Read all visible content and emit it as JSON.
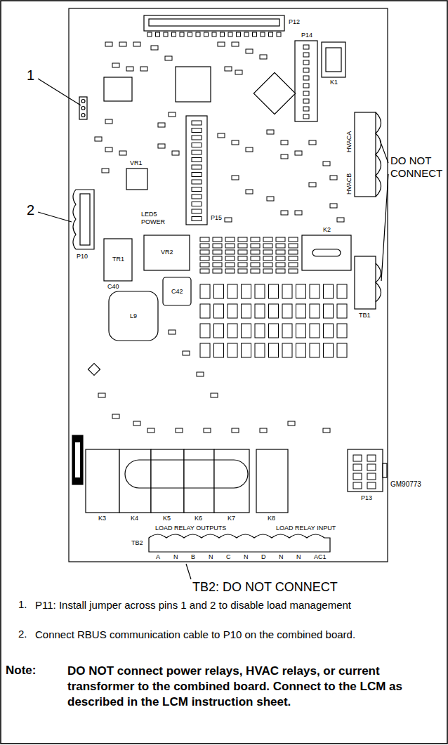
{
  "diagram": {
    "labels": [
      "1",
      "2",
      "DO NOT CONNECT",
      "TB2: DO NOT CONNECT",
      "GM90773",
      "1.",
      "P11: Install jumper across pins 1 and 2 to disable load management",
      "2.",
      "Connect RBUS communication cable to P10 on the combined board.",
      "Note:",
      "DO NOT connect power relays, HVAC relays, or current transformer to the combined board. Connect to the LCM as described in the LCM instruction sheet.",
      "P12",
      "P14",
      "K1",
      "HVACA",
      "HVACB",
      "TB1",
      "K2",
      "LED5",
      "POWER",
      "VR1",
      "VR2",
      "TR1",
      "P10",
      "C40",
      "C42",
      "L9",
      "P15",
      "K3",
      "K4",
      "K5",
      "K6",
      "K7",
      "K8",
      "P13",
      "LOAD RELAY OUTPUTS",
      "LOAD RELAY INPUT",
      "TB2",
      "A",
      "N",
      "B",
      "N",
      "C",
      "N",
      "D",
      "N",
      "N",
      "AC1"
    ]
  }
}
